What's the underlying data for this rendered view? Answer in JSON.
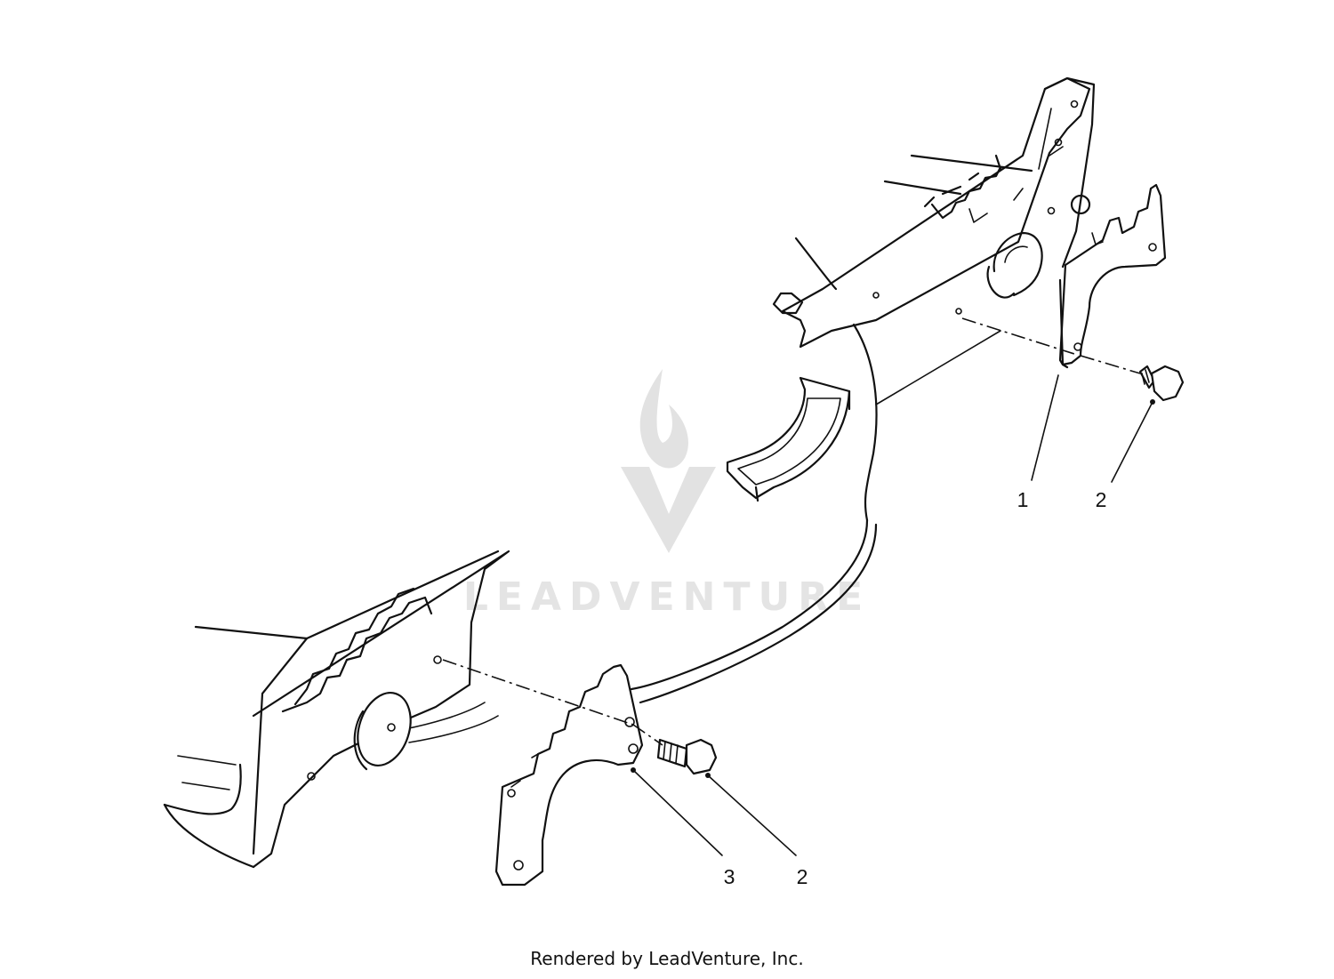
{
  "callouts": [
    {
      "id": "callout-1",
      "number": "1"
    },
    {
      "id": "callout-2-upper",
      "number": "2"
    },
    {
      "id": "callout-3",
      "number": "3"
    },
    {
      "id": "callout-2-lower",
      "number": "2"
    }
  ],
  "watermark": {
    "text": "LEADVENTURE"
  },
  "footer": {
    "credit": "Rendered by LeadVenture, Inc."
  },
  "colors": {
    "ink": "#111111",
    "background": "#ffffff",
    "watermark": "#e2e2e2"
  }
}
